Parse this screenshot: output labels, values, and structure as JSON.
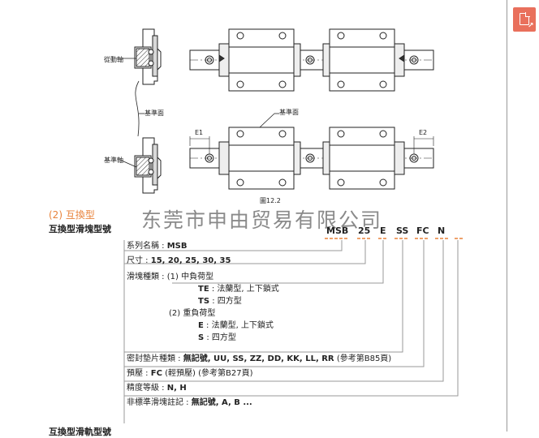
{
  "figure": {
    "label_driven_axis": "從動軸",
    "label_datum_axis": "基準軸",
    "label_datum_face_left": "基準面",
    "label_datum_face_top": "基準面",
    "label_e1": "E1",
    "label_e2": "E2",
    "caption": "圖12.2"
  },
  "section": {
    "number": "(2)",
    "title": "互換型",
    "subtitle": "互換型滑塊型號"
  },
  "watermark": "东莞市申由贸易有限公司",
  "model_code": {
    "parts": [
      "MSB",
      "25",
      "E",
      "SS",
      "FC",
      "N"
    ]
  },
  "spec_lines": {
    "series_label": "系列名稱 : ",
    "series_value": "MSB",
    "size_label": "尺寸 : ",
    "size_value": "15, 20, 25, 30, 35",
    "block_type_label": "滑塊種類 : ",
    "block_type_1": "(1) 中負荷型",
    "te_key": "TE",
    "te_desc": " : 法蘭型, 上下鎖式",
    "ts_key": "TS",
    "ts_desc": " : 四方型",
    "block_type_2": "(2) 重負荷型",
    "e_key": "E",
    "e_desc": " : 法蘭型, 上下鎖式",
    "s_key": "S",
    "s_desc": " : 四方型",
    "seal_label": "密封墊片種類 : ",
    "seal_value": "無記號, UU, SS, ZZ, DD, KK, LL, RR",
    "seal_ref": " (參考第B85頁)",
    "preload_label": "預壓 : ",
    "preload_value": "FC",
    "preload_desc": " (輕預壓) ",
    "preload_ref": "(參考第B27頁)",
    "accuracy_label": "精度等級 : ",
    "accuracy_value": "N, H",
    "nonstd_label": "非標準滑塊註記 : ",
    "nonstd_value": "無記號, A, B ..."
  },
  "bottom_cut_text": "互換型滑軌型號",
  "colors": {
    "accent": "#e8823a",
    "corner_badge": "#e9705c"
  },
  "icons": {
    "corner_badge": "document-export-icon"
  }
}
